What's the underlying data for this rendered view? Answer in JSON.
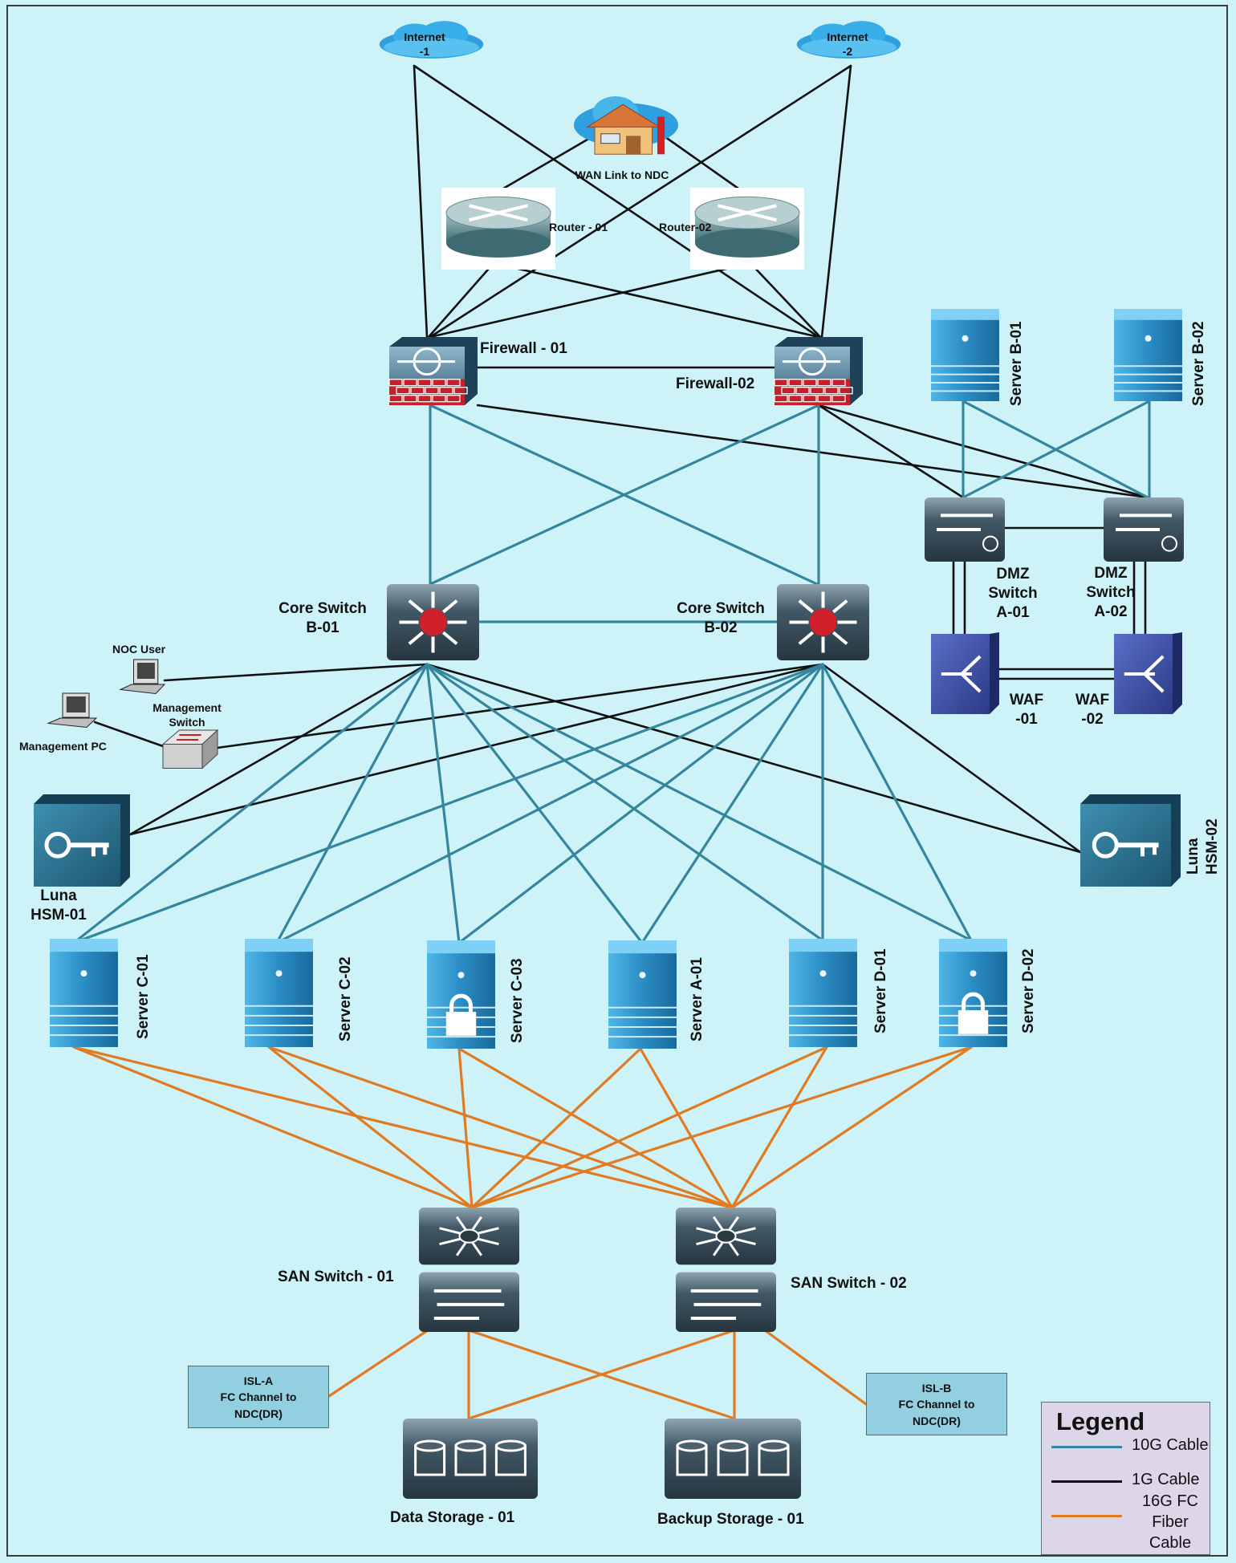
{
  "colors": {
    "background": "#cdf3f8",
    "cable_10g": "#35869c",
    "cable_1g": "#111111",
    "cable_16g_fc": "#e07b22",
    "legend_bg": "#dcd6e8",
    "isl_box_bg": "#92cfe0"
  },
  "nodes": {
    "internet_1": {
      "label_line1": "Internet",
      "label_line2": "-1",
      "icon": "cloud-icon"
    },
    "internet_2": {
      "label_line1": "Internet",
      "label_line2": "-2",
      "icon": "cloud-icon"
    },
    "wan_link": {
      "label": "WAN Link to NDC",
      "icon": "home-cloud-icon"
    },
    "router_01": {
      "label": "Router - 01",
      "icon": "router-icon"
    },
    "router_02": {
      "label": "Router-02",
      "icon": "router-icon"
    },
    "firewall_01": {
      "label": "Firewall - 01",
      "icon": "firewall-icon"
    },
    "firewall_02": {
      "label": "Firewall-02",
      "icon": "firewall-icon"
    },
    "server_b01": {
      "label": "Server B-01",
      "icon": "server-icon"
    },
    "server_b02": {
      "label": "Server B-02",
      "icon": "server-icon"
    },
    "dmz_a01": {
      "label_line1": "DMZ",
      "label_line2": "Switch",
      "label_line3": "A-01",
      "icon": "switch-icon"
    },
    "dmz_a02": {
      "label_line1": "DMZ",
      "label_line2": "Switch",
      "label_line3": "A-02",
      "icon": "switch-icon"
    },
    "waf_01": {
      "label_line1": "WAF",
      "label_line2": "-01",
      "icon": "waf-icon"
    },
    "waf_02": {
      "label_line1": "WAF",
      "label_line2": "-02",
      "icon": "waf-icon"
    },
    "core_b01": {
      "label_line1": "Core Switch",
      "label_line2": "B-01",
      "icon": "core-switch-icon"
    },
    "core_b02": {
      "label_line1": "Core Switch",
      "label_line2": "B-02",
      "icon": "core-switch-icon"
    },
    "noc_user": {
      "label": "NOC User",
      "icon": "workstation-icon"
    },
    "mgmt_pc": {
      "label": "Management PC",
      "icon": "workstation-icon"
    },
    "mgmt_switch": {
      "label_line1": "Management",
      "label_line2": "Switch",
      "icon": "switch-icon"
    },
    "hsm_01": {
      "label_line1": "Luna",
      "label_line2": "HSM-01",
      "icon": "key-icon"
    },
    "hsm_02": {
      "label_line1": "Luna",
      "label_line2": "HSM-02",
      "icon": "key-icon"
    },
    "server_c01": {
      "label": "Server C-01",
      "icon": "server-icon"
    },
    "server_c02": {
      "label": "Server C-02",
      "icon": "server-icon"
    },
    "server_c03": {
      "label": "Server C-03",
      "icon": "secure-server-icon"
    },
    "server_a01": {
      "label": "Server A-01",
      "icon": "server-icon"
    },
    "server_d01": {
      "label": "Server D-01",
      "icon": "server-icon"
    },
    "server_d02": {
      "label": "Server D-02",
      "icon": "secure-server-icon"
    },
    "san_01": {
      "label": "SAN Switch - 01",
      "icon": "san-switch-icon"
    },
    "san_02": {
      "label": "SAN Switch - 02",
      "icon": "san-switch-icon"
    },
    "data_storage": {
      "label": "Data Storage - 01",
      "icon": "storage-icon"
    },
    "backup_storage": {
      "label": "Backup Storage - 01",
      "icon": "storage-icon"
    },
    "isl_a": {
      "line1": "ISL-A",
      "line2": "FC Channel to",
      "line3": "NDC(DR)"
    },
    "isl_b": {
      "line1": "ISL-B",
      "line2": "FC Channel to",
      "line3": "NDC(DR)"
    }
  },
  "links": [
    {
      "from": "internet_1",
      "to": "firewall_01",
      "cable": "1g"
    },
    {
      "from": "internet_1",
      "to": "firewall_02",
      "cable": "1g"
    },
    {
      "from": "internet_2",
      "to": "firewall_01",
      "cable": "1g"
    },
    {
      "from": "internet_2",
      "to": "firewall_02",
      "cable": "1g"
    },
    {
      "from": "wan_link",
      "to": "router_01",
      "cable": "1g"
    },
    {
      "from": "wan_link",
      "to": "router_02",
      "cable": "1g"
    },
    {
      "from": "router_01",
      "to": "firewall_01",
      "cable": "1g"
    },
    {
      "from": "router_01",
      "to": "firewall_02",
      "cable": "1g"
    },
    {
      "from": "router_02",
      "to": "firewall_01",
      "cable": "1g"
    },
    {
      "from": "router_02",
      "to": "firewall_02",
      "cable": "1g"
    },
    {
      "from": "firewall_01",
      "to": "firewall_02",
      "cable": "1g"
    },
    {
      "from": "firewall_01",
      "to": "dmz_a02",
      "cable": "1g"
    },
    {
      "from": "firewall_02",
      "to": "dmz_a01",
      "cable": "1g"
    },
    {
      "from": "firewall_02",
      "to": "dmz_a02",
      "cable": "1g"
    },
    {
      "from": "dmz_a01",
      "to": "dmz_a02",
      "cable": "1g"
    },
    {
      "from": "dmz_a01",
      "to": "waf_01",
      "cable": "1g"
    },
    {
      "from": "dmz_a02",
      "to": "waf_02",
      "cable": "1g"
    },
    {
      "from": "waf_01",
      "to": "waf_02",
      "cable": "1g"
    },
    {
      "from": "server_b01",
      "to": "dmz_a01",
      "cable": "10g"
    },
    {
      "from": "server_b01",
      "to": "dmz_a02",
      "cable": "10g"
    },
    {
      "from": "server_b02",
      "to": "dmz_a01",
      "cable": "10g"
    },
    {
      "from": "server_b02",
      "to": "dmz_a02",
      "cable": "10g"
    },
    {
      "from": "firewall_01",
      "to": "core_b01",
      "cable": "10g"
    },
    {
      "from": "firewall_01",
      "to": "core_b02",
      "cable": "10g"
    },
    {
      "from": "firewall_02",
      "to": "core_b01",
      "cable": "10g"
    },
    {
      "from": "firewall_02",
      "to": "core_b02",
      "cable": "10g"
    },
    {
      "from": "core_b01",
      "to": "core_b02",
      "cable": "10g"
    },
    {
      "from": "core_b01",
      "to": "noc_user",
      "cable": "1g"
    },
    {
      "from": "core_b02",
      "to": "mgmt_switch",
      "cable": "1g"
    },
    {
      "from": "core_b01",
      "to": "hsm_01",
      "cable": "1g"
    },
    {
      "from": "core_b02",
      "to": "hsm_01",
      "cable": "1g"
    },
    {
      "from": "core_b01",
      "to": "hsm_02",
      "cable": "1g"
    },
    {
      "from": "core_b02",
      "to": "hsm_02",
      "cable": "1g"
    },
    {
      "from": "mgmt_pc",
      "to": "mgmt_switch",
      "cable": "1g"
    },
    {
      "from": "core_b01",
      "to": "server_c01",
      "cable": "10g"
    },
    {
      "from": "core_b01",
      "to": "server_c02",
      "cable": "10g"
    },
    {
      "from": "core_b01",
      "to": "server_c03",
      "cable": "10g"
    },
    {
      "from": "core_b01",
      "to": "server_a01",
      "cable": "10g"
    },
    {
      "from": "core_b01",
      "to": "server_d01",
      "cable": "10g"
    },
    {
      "from": "core_b01",
      "to": "server_d02",
      "cable": "10g"
    },
    {
      "from": "core_b02",
      "to": "server_c01",
      "cable": "10g"
    },
    {
      "from": "core_b02",
      "to": "server_c02",
      "cable": "10g"
    },
    {
      "from": "core_b02",
      "to": "server_c03",
      "cable": "10g"
    },
    {
      "from": "core_b02",
      "to": "server_a01",
      "cable": "10g"
    },
    {
      "from": "core_b02",
      "to": "server_d01",
      "cable": "10g"
    },
    {
      "from": "core_b02",
      "to": "server_d02",
      "cable": "10g"
    },
    {
      "from": "server_c01",
      "to": "san_01",
      "cable": "16g_fc"
    },
    {
      "from": "server_c01",
      "to": "san_02",
      "cable": "16g_fc"
    },
    {
      "from": "server_c02",
      "to": "san_01",
      "cable": "16g_fc"
    },
    {
      "from": "server_c02",
      "to": "san_02",
      "cable": "16g_fc"
    },
    {
      "from": "server_c03",
      "to": "san_01",
      "cable": "16g_fc"
    },
    {
      "from": "server_c03",
      "to": "san_02",
      "cable": "16g_fc"
    },
    {
      "from": "server_a01",
      "to": "san_01",
      "cable": "16g_fc"
    },
    {
      "from": "server_a01",
      "to": "san_02",
      "cable": "16g_fc"
    },
    {
      "from": "server_d01",
      "to": "san_01",
      "cable": "16g_fc"
    },
    {
      "from": "server_d01",
      "to": "san_02",
      "cable": "16g_fc"
    },
    {
      "from": "server_d02",
      "to": "san_01",
      "cable": "16g_fc"
    },
    {
      "from": "server_d02",
      "to": "san_02",
      "cable": "16g_fc"
    },
    {
      "from": "san_01",
      "to": "data_storage",
      "cable": "16g_fc"
    },
    {
      "from": "san_01",
      "to": "backup_storage",
      "cable": "16g_fc"
    },
    {
      "from": "san_02",
      "to": "data_storage",
      "cable": "16g_fc"
    },
    {
      "from": "san_02",
      "to": "backup_storage",
      "cable": "16g_fc"
    },
    {
      "from": "san_01",
      "to": "isl_a",
      "cable": "16g_fc"
    },
    {
      "from": "san_02",
      "to": "isl_b",
      "cable": "16g_fc"
    }
  ],
  "legend": {
    "title": "Legend",
    "items": [
      {
        "label": "10G Cable",
        "color": "#35869c"
      },
      {
        "label": "1G Cable",
        "color": "#111111"
      },
      {
        "label_line1": "16G FC",
        "label_line2": "Fiber Cable",
        "color": "#e07b22"
      }
    ]
  }
}
